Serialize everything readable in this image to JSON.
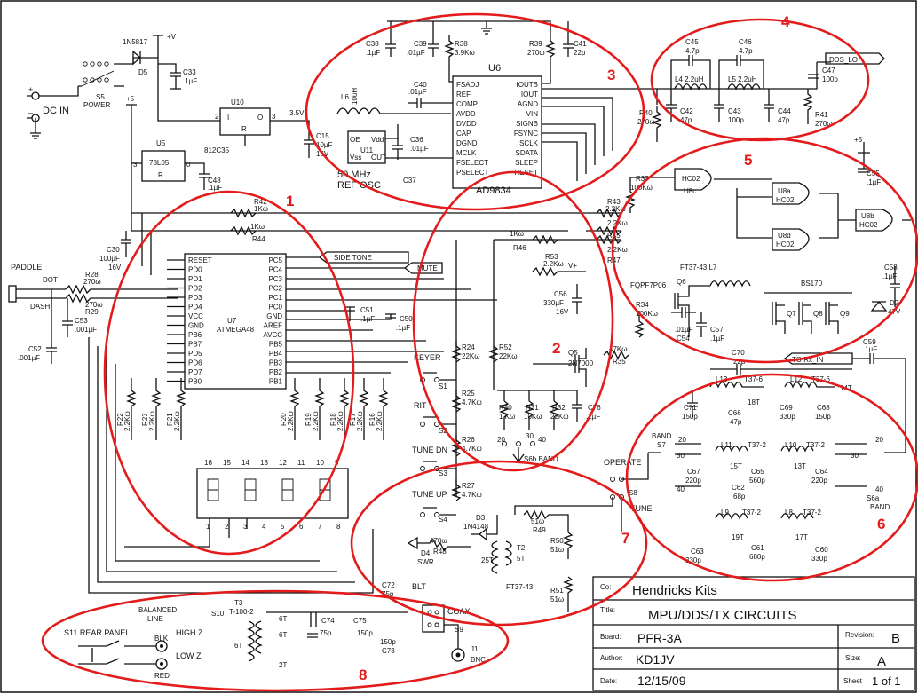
{
  "title_block": {
    "company_label": "Co:",
    "company": "Hendricks Kits",
    "title_label": "Title:",
    "title": "MPU/DDS/TX CIRCUITS",
    "board_label": "Board:",
    "board": "PFR-3A",
    "revision_label": "Revision:",
    "revision": "B",
    "author_label": "Author:",
    "author": "KD1JV",
    "size_label": "Size:",
    "size": "A",
    "date_label": "Date:",
    "date": "12/15/09",
    "sheet_label": "Sheet",
    "sheet": "1 of 1"
  },
  "regions": [
    "1",
    "2",
    "3",
    "4",
    "5",
    "6",
    "7",
    "8"
  ],
  "labels": {
    "dc_in": "DC IN",
    "power": "POWER",
    "s5": "S5",
    "d5": "1N5817",
    "d5_ref": "D5",
    "plus_v": "+V",
    "plus5": "+5",
    "c33": "C33",
    "c33v": ".1µF",
    "u10": "U10",
    "u10part": "812C35",
    "v35": "3.5V",
    "u5": "U5",
    "u5part": "78L05",
    "c48": "C48",
    "c48v": ".1µF",
    "c15": "C15",
    "c15v": "10µF",
    "c15w": "16V",
    "u11": "U11",
    "osc": "50 MHz",
    "osc2": "REF OSC",
    "c36": "C36",
    "c36v": ".01µF",
    "c37": "C37",
    "l6": "L6",
    "l6v": "10uH",
    "c38": "C38",
    "c38v": ".1µF",
    "c39": "C39",
    "c39v": ".01µF",
    "r38": "R38",
    "r38v": "3.9Kω",
    "c40": "C40",
    "c40v": ".01µF",
    "u6": "U6",
    "u6part": "AD9834",
    "r39": "R39",
    "r39v": "270ω",
    "c41": "C41",
    "c41v": "22p",
    "r40": "R40",
    "r40v": "270ω",
    "c45": "C45",
    "c45v": "4.7p",
    "c46": "C46",
    "c46v": "4.7p",
    "l4": "L4 2.2uH",
    "l5": "L5 2.2uH",
    "c42": "C42",
    "c42v": "47p",
    "c43": "C43",
    "c43v": "100p",
    "c44": "C44",
    "c44v": "47p",
    "c47": "C47",
    "c47v": "100p",
    "r41": "R41",
    "r41v": "270ω",
    "dds_lo": "DDS_LO",
    "r42": "R42",
    "r42v": "1Kω",
    "r44": "R44",
    "r44v": "1Kω",
    "r43": "R43",
    "r43v": "2.2Kω",
    "r45": "R45",
    "r47": "R47",
    "r46": "R46",
    "r46v": "1Kω",
    "r37": "R37",
    "r37v": "100Kω",
    "c30": "C30",
    "c30v": "100µF",
    "c30w": "16V",
    "paddle": "PADDLE",
    "dot": "DOT",
    "dash": "DASH",
    "r28": "R28",
    "r28v": "270ω",
    "r29": "R29",
    "r29v": "270ω",
    "c53": "C53",
    "c53v": ".001µF",
    "c52": "C52",
    "c52v": ".001µF",
    "u7": "U7",
    "u7part": "ATMEGA48",
    "side_tone": "SIDE TONE",
    "mute": "MUTE",
    "c51": "C51",
    "c51v": ".1µF",
    "c50": "C50",
    "c50v": ".1µF",
    "keyer": "KEYER",
    "s1": "S1",
    "rit": "RIT",
    "s2": "S2",
    "tune_dn": "TUNE DN",
    "s3": "S3",
    "tune_up": "TUNE UP",
    "s4": "S4",
    "r24": "R24",
    "r24v": "22Kω",
    "r25": "R25",
    "r25v": "4.7Kω",
    "r26": "R26",
    "r26v": "4.7Kω",
    "r27": "R27",
    "r27v": "4.7Kω",
    "r52": "R52",
    "r52v": "22Kω",
    "r53": "R53",
    "r53v": "2.2Kω",
    "vplus": "V+",
    "c56": "C56",
    "c56v": "330µF",
    "c56w": "16V",
    "q5": "Q5",
    "q5part": "2N7000",
    "r35": "R35",
    "r35v": "47Kω",
    "r30": "R30",
    "r30v": "1 Kω",
    "r31": "R31",
    "r31v": "10Kω",
    "r32": "R32",
    "r32v": "22Kω",
    "c76": "C76",
    "c76v": ".1µF",
    "s6b": "S6b BAND",
    "p20": "20",
    "p30": "30",
    "p40": "40",
    "u8c": "U8c",
    "u8a": "U8a",
    "u8b": "U8b",
    "u8d": "U8d",
    "hc02": "HC02",
    "c55": "C55",
    "c55v": ".1µF",
    "ft37": "FT37-43 L7",
    "fqpf": "FQPF7P06",
    "q6": "Q6",
    "bs170": "BS170",
    "q7": "Q7",
    "q8": "Q8",
    "q9": "Q9",
    "r34": "R34",
    "r34v": "100Kω",
    "c54": "C54",
    "c54v": ".01µF",
    "c57": "C57",
    "c57v": ".1µF",
    "c58": "C58",
    "c58v": ".1µF",
    "d2": "D2",
    "d2v": "47V",
    "tx_rx_in": "TO Rx_IN",
    "c59": "C59",
    "c59v": ".1µF",
    "c70": "C70",
    "c70v": "22p",
    "l13": "L13",
    "t37_6": "T37-6",
    "l12": "L12",
    "t18": "18T",
    "t14": "14T",
    "t15": "15T",
    "t13": "13T",
    "t19": "19T",
    "t17": "17T",
    "c71": "C71",
    "c71v": "150p",
    "c66": "C66",
    "c66v": "47p",
    "c69": "C69",
    "c69v": "330p",
    "c68": "C68",
    "c68v": "150p",
    "l11": "L11",
    "t37_2": "T37-2",
    "l10": "L10",
    "c67": "C67",
    "c67v": "220p",
    "c65": "C65",
    "c65v": "560p",
    "c64": "C64",
    "c64v": "220p",
    "c62": "C62",
    "c62v": "68p",
    "l9": "L9",
    "l8": "L8",
    "c63": "C63",
    "c63v": "330p",
    "c61": "C61",
    "c61v": "680p",
    "c60": "C60",
    "c60v": "330p",
    "band": "BAND",
    "s7": "S7",
    "s6a": "S6a",
    "operate": "OPERATE",
    "tune": "TUNE",
    "s8": "S8",
    "d3": "D3",
    "d3part": "1N4148",
    "r49": "R49",
    "r49v": "51ω",
    "r50": "R50",
    "r50v": "51ω",
    "r51": "R51",
    "r51v": "51ω",
    "d4": "D4",
    "swr": "SWR",
    "r48": "R48",
    "r48v": "470ω",
    "t2": "T2",
    "t25": "25T",
    "t5": "5T",
    "ft3743": "FT37-43",
    "s11": "S11 REAR PANEL",
    "balanced": "BALANCED",
    "line": "LINE",
    "blk": "BLK",
    "red": "RED",
    "high_z": "HIGH Z",
    "low_z": "LOW Z",
    "s10": "S10",
    "t3": "T3",
    "t3part": "T-100-2",
    "t6a": "6T",
    "t6b": "6T",
    "t6c": "6T",
    "t2t": "2T",
    "c74": "C74",
    "c74v": "75p",
    "c75": "C75",
    "c75v": "150p",
    "c72": "C72",
    "c72v": "75p",
    "c73": "C73",
    "c73v": "150p",
    "blt": "BLT",
    "coax": "COAX",
    "s9": "S9",
    "j1": "J1",
    "bnc": "BNC",
    "u7pins_left": [
      "RESET",
      "PD0",
      "PD1",
      "PD2",
      "PD3",
      "PD4",
      "VCC",
      "GND",
      "PB6",
      "PB7",
      "PD5",
      "PD6",
      "PD7",
      "PB0"
    ],
    "u7pins_right": [
      "PC5",
      "PC4",
      "PC3",
      "PC2",
      "PC1",
      "PC0",
      "GND",
      "AREF",
      "AVCC",
      "PB5",
      "PB4",
      "PB3",
      "PB2",
      "PB1"
    ],
    "u6pins_left": [
      "FSADJ",
      "REF",
      "COMP",
      "AVDD",
      "DVDD",
      "CAP",
      "DGND",
      "MCLK",
      "FSELECT",
      "PSELECT"
    ],
    "u6pins_right": [
      "IOUTB",
      "IOUT",
      "AGND",
      "VIN",
      "SIGNB",
      "FSYNC",
      "SCLK",
      "SDATA",
      "SLEEP",
      "RESET"
    ],
    "disp_pins_top": [
      "16",
      "15",
      "14",
      "13",
      "12",
      "11",
      "10",
      "9"
    ],
    "disp_pins_bot": [
      "1",
      "2",
      "3",
      "4",
      "5",
      "6",
      "7",
      "8"
    ],
    "r_display": [
      {
        "ref": "R22",
        "val": "2.2Kω"
      },
      {
        "ref": "R23",
        "val": "2.2Kω"
      },
      {
        "ref": "R21",
        "val": "2.2Kω"
      },
      {
        "ref": "R20",
        "val": "2.2Kω"
      },
      {
        "ref": "R19",
        "val": "2.2Kω"
      },
      {
        "ref": "R18",
        "val": "2.2Kω"
      },
      {
        "ref": "R17",
        "val": "2.2Kω"
      },
      {
        "ref": "R16",
        "val": "2.2Kω"
      }
    ]
  }
}
